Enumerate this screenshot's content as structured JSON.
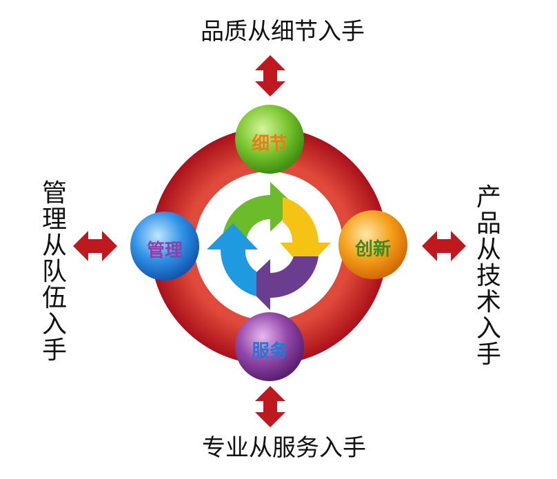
{
  "captions": {
    "top": "品质从细节入手",
    "bottom": "专业从服务入手",
    "left": "管理从队伍入手",
    "right": "产品从技术入手"
  },
  "nodes": {
    "top": "细节",
    "left": "管理",
    "right": "创新",
    "bottom": "服务"
  },
  "colors": {
    "ring": "#b3141a",
    "ring_light": "#d94a3d",
    "arrows": "#c0181f",
    "node_top": "#6fbf2a",
    "node_left": "#2a86e0",
    "node_right": "#f29a14",
    "node_bottom": "#8a3e9e",
    "label_top": "#f07a16",
    "label_left": "#9a3aa8",
    "label_right": "#3a8a22",
    "label_bottom": "#1f7ad6",
    "cycle_green": "#6cbb2a",
    "cycle_yellow": "#f5c314",
    "cycle_purple": "#6b3d8f",
    "cycle_blue": "#1f9ae0"
  }
}
